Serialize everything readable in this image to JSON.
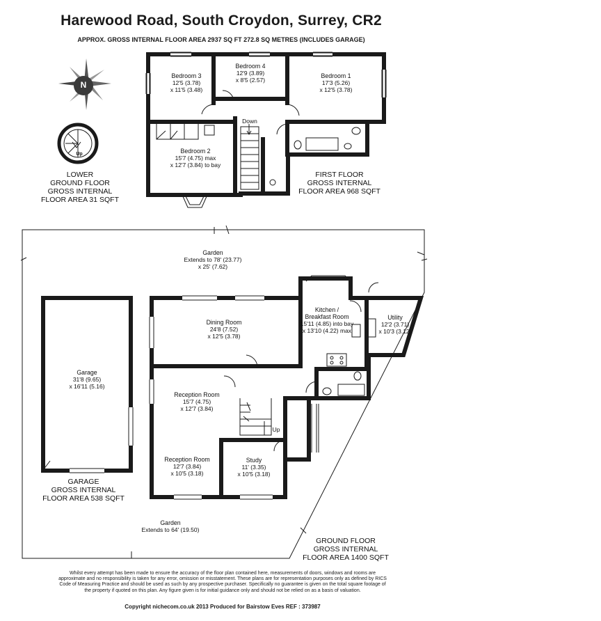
{
  "header": {
    "title": "Harewood Road, South Croydon, Surrey, CR2",
    "subtitle": "APPROX. GROSS INTERNAL FLOOR AREA 2937 SQ FT 272.8 SQ METRES (INCLUDES GARAGE)"
  },
  "compass": {
    "letter": "N"
  },
  "stair_label_lower": "Up",
  "rooms": {
    "bedroom3": {
      "name": "Bedroom 3",
      "dim1": "12'5 (3.78)",
      "dim2": "x 11'5 (3.48)"
    },
    "bedroom4": {
      "name": "Bedroom 4",
      "dim1": "12'9 (3.89)",
      "dim2": "x 8'5 (2.57)"
    },
    "bedroom1": {
      "name": "Bedroom 1",
      "dim1": "17'3 (5.26)",
      "dim2": "x 12'5 (3.78)"
    },
    "bedroom2": {
      "name": "Bedroom 2",
      "dim1": "15'7 (4.75) max",
      "dim2": "x 12'7 (3.84) to bay"
    },
    "garden_top": {
      "name": "Garden",
      "dim1": "Extends to 78' (23.77)",
      "dim2": "x 25' (7.62)"
    },
    "dining": {
      "name": "Dining Room",
      "dim1": "24'8 (7.52)",
      "dim2": "x 12'5 (3.78)"
    },
    "kitchen": {
      "name": "Kitchen /",
      "name2": "Breakfast Room",
      "dim1": "15'11 (4.85) into bay",
      "dim2": "x 13'10 (4.22) max"
    },
    "utility": {
      "name": "Utility",
      "dim1": "12'2 (3.71)",
      "dim2": "x 10'3 (3.12)"
    },
    "garage": {
      "name": "Garage",
      "dim1": "31'8 (9.65)",
      "dim2": "x 16'11 (5.16)"
    },
    "reception1": {
      "name": "Reception Room",
      "dim1": "15'7 (4.75)",
      "dim2": "x 12'7 (3.84)"
    },
    "reception2": {
      "name": "Reception Room",
      "dim1": "12'7 (3.84)",
      "dim2": "x 10'5 (3.18)"
    },
    "study": {
      "name": "Study",
      "dim1": "11' (3.35)",
      "dim2": "x 10'5 (3.18)"
    },
    "garden_bottom": {
      "name": "Garden",
      "dim1": "Extends to 64' (19.50)"
    }
  },
  "labels": {
    "down": "Down",
    "up": "Up"
  },
  "areas": {
    "lower_ground": [
      "LOWER",
      "GROUND FLOOR",
      "GROSS INTERNAL",
      "FLOOR AREA 31 SQFT"
    ],
    "first_floor": [
      "FIRST FLOOR",
      "GROSS INTERNAL",
      "FLOOR AREA 968 SQFT"
    ],
    "garage": [
      "GARAGE",
      "GROSS INTERNAL",
      "FLOOR AREA 538 SQFT"
    ],
    "ground_floor": [
      "GROUND FLOOR",
      "GROSS INTERNAL",
      "FLOOR AREA 1400 SQFT"
    ]
  },
  "disclaimer": "Whilst every attempt has been made to ensure the accuracy of the floor plan contained here, measurements of doors, windows and rooms are approximate and no responsibility is taken for any error, omission or misstatement. These plans are for representation purposes only as defined by RICS Code of Measuring Practice and should be used as such by any prospective purchaser. Specifically no guarantee is given on the total square footage of the property if quoted on this plan. Any figure given is for initial guidance only and should not be relied on as a basis of valuation.",
  "copyright": "Copyright nichecom.co.uk 2013     Produced for Bairstow Eves     REF : 373987"
}
